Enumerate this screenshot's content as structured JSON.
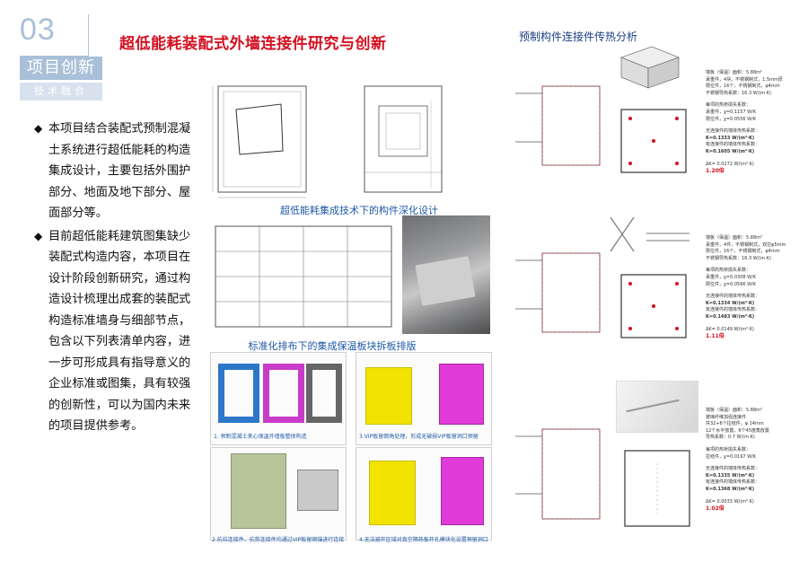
{
  "header": {
    "number": "03",
    "title": "项目创新",
    "subtitle": "技术融合"
  },
  "main_title": "超低能耗装配式外墙连接件研究与创新",
  "right_title": "预制构件连接件传热分析",
  "bullets": [
    "本项目结合装配式预制混凝土系统进行超低能耗的构造集成设计，主要包括外围护部分、地面及地下部分、屋面部分等。",
    "目前超低能耗建筑图集缺少装配式构造内容，本项目在设计阶段创新研究，通过构造设计梳理出成套的装配式构造标准墙身与细部节点，包含以下列表清单内容，进一步可形成具有指导意义的企业标准或图集，具有较强的创新性，可以为国内未来的项目提供参考。"
  ],
  "captions": {
    "detail_design": "超低能耗集成技术下的构件深化设计",
    "panel_layout": "标准化排布下的集成保温板块拆板排版",
    "step1": "1. 预制混凝土夹心保温外墙板整体构造",
    "step2": "2.抗拉连接件、抗剪连接件均通过VIP板留钢锚进行连接",
    "step3": "3.VIP板留倒角处理，形成无破损VIP板留洞口预留",
    "step4": "4.无法避开区域对真空隔热板开孔模块化设置预留洞口"
  },
  "analysis": [
    {
      "lines": [
        "墙板（保温）面积：5.88m²",
        "承重件，4块，不锈钢制式，1.5mm厚",
        "限位件，16个，不锈钢制式，φ4mm",
        "不锈钢导热系数：16.3 W/(m·K)",
        "",
        "每项的热桥损失系数：",
        "承重件，χ=0.1157 W/K",
        "限位件，χ=0.0556 W/K",
        "",
        "无连接件的墙体传热系数：",
        "K=0.1333 W/(m²·K)",
        "有连接件的墙体传热系数：",
        "K=0.1605 W/(m²·K)",
        "",
        "ΔK= 0.0272 W/(m²·K)"
      ],
      "ratio": "1.20倍"
    },
    {
      "lines": [
        "墙板（保温）面积：5.88m²",
        "承重件，4件，不锈钢制式，双拉φ5mm",
        "限位件，16个，不锈钢制式，φ4mm",
        "不锈钢导热系数：16.3 W/(m·K)",
        "",
        "每项的热桥损失系数：",
        "承重件，χ=0.0308 W/K",
        "限位件，χ=0.0566 W/K",
        "",
        "无连接件的墙体传热系数：",
        "K=0.1334 W/(m²·K)",
        "有连接件的墙体传热系数：",
        "K=0.1483 W/(m²·K)",
        "",
        "ΔK= 0.0149 W/(m²·K)"
      ],
      "ratio": "1.11倍"
    },
    {
      "lines": [
        "墙板（保温）面积：5.88m²",
        "玻璃纤维加强连接件",
        "共32+6个拉结件，φ 14mm",
        "12个水平放置，6个45度角放置",
        "导热系数：0.7 W/(m·K)",
        "",
        "每项的热桥损失系数：",
        "拉结件，χ=0.0197 W/K",
        "",
        "无连接件的墙体传热系数：",
        "K=0.1335 W/(m²·K)",
        "有连接件的墙体传热系数：",
        "K=0.1368 W/(m²·K)",
        "",
        "ΔK= 0.0033 W/(m²·K)"
      ],
      "ratio": "1.02倍"
    }
  ],
  "colors": {
    "accent_red": "#d40f1f",
    "header_blue": "#a9c0d8",
    "caption_blue": "#1f5aa8"
  }
}
